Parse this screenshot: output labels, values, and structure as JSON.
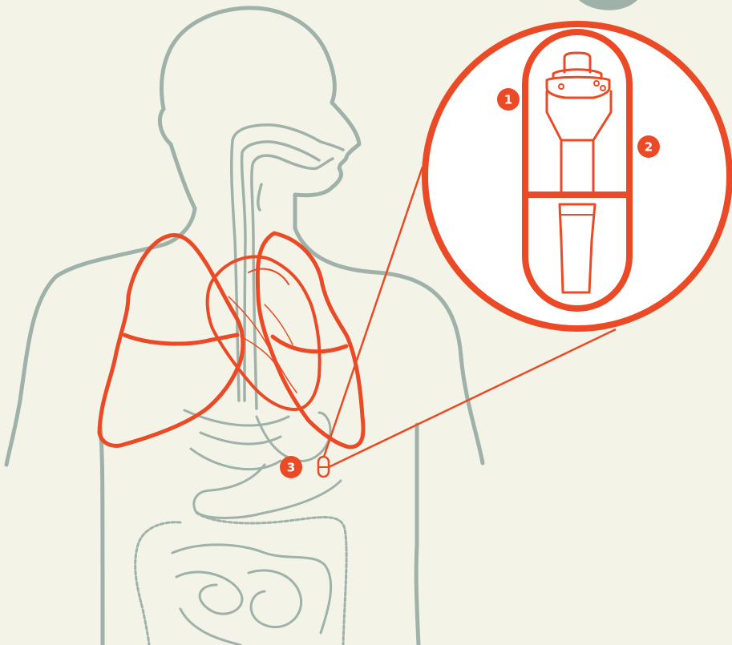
{
  "colors": {
    "background": "#f4f3e8",
    "body_outline": "#9fb2aa",
    "highlight": "#ea4a25",
    "marker_fill": "#ea4a25",
    "marker_text": "#ffffff"
  },
  "markers": [
    {
      "id": "marker-1",
      "label": "1"
    },
    {
      "id": "marker-2",
      "label": "2"
    },
    {
      "id": "marker-3",
      "label": "3"
    }
  ],
  "icons": [
    "human-torso-outline",
    "lungs-outline",
    "heart-outline",
    "capsule-icon",
    "magnifier-circle",
    "digestive-tract-outline"
  ]
}
